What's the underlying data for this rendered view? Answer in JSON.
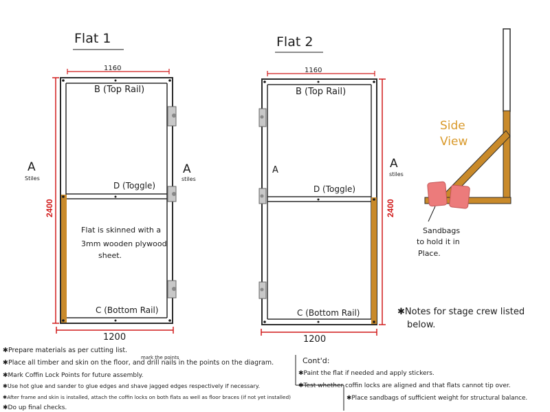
{
  "flat1": {
    "title": "Flat 1",
    "top_width": "1160",
    "bottom_width": "1200",
    "height": "2400",
    "top_rail": "B (Top Rail)",
    "toggle": "D (Toggle)",
    "bottom_rail": "C (Bottom Rail)",
    "stile_left_letter": "A",
    "stile_left_sub": "Stiles",
    "stile_right_letter": "A",
    "stile_right_sub": "stiles",
    "skin_note": [
      "Flat is skinned with a",
      "3mm wooden plywood",
      "sheet."
    ]
  },
  "flat2": {
    "title": "Flat 2",
    "top_width": "1160",
    "bottom_width": "1200",
    "height": "2400",
    "top_rail": "B (Top Rail)",
    "toggle": "D (Toggle)",
    "bottom_rail": "C (Bottom Rail)",
    "stile_left_letter": "A",
    "stile_right_letter": "A",
    "stile_right_sub": "stiles"
  },
  "side_view": {
    "label_line1": "Side",
    "label_line2": "View",
    "sandbag_note": [
      "Sandbags",
      "to hold it in",
      "Place."
    ]
  },
  "crew_note": [
    "✱Notes for stage crew listed",
    "below."
  ],
  "notes_left": [
    "✱Prepare materials as per cutting list.",
    "✱Place all timber and skin on the floor, and drill nails in the points on the diagram.",
    "✱Mark Coffin Lock Points for future assembly.",
    "✱Use hot glue and sander to glue edges and shave jagged edges respectively if necessary.",
    "✱After frame and skin is installed, attach the coffin locks on both flats as well as floor braces (if not yet installed)",
    "✱Do up final checks."
  ],
  "notes_insert": "mark the points",
  "notes_right_header": "Cont'd:",
  "notes_right": [
    "✱Paint the flat if needed and apply stickers.",
    "✱Test whether coffin locks are aligned and that flats cannot tip over.",
    "✱Place sandbags of sufficient weight for structural balance."
  ],
  "colors": {
    "frame": "#2b2b2b",
    "dimension": "#d11a1a",
    "timber": "#c98a2a",
    "sandbag": "#ec7b7b",
    "side_view_text": "#d9992a"
  }
}
